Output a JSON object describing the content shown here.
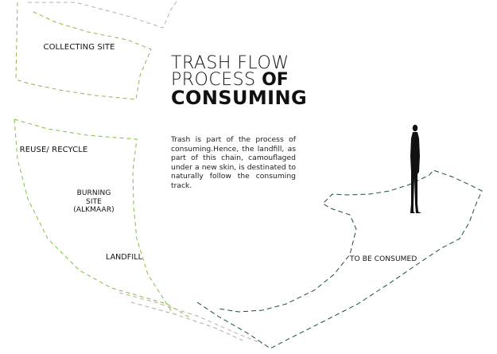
{
  "title": {
    "line1": "TRASH FLOW",
    "line2_light": "PROCESS ",
    "line2_bold": "OF",
    "line3": "CONSUMING"
  },
  "description": "Trash is part of the process of consuming.Hence, the landfill, as part of this chain, camouflaged under a new skin, is destinated to naturally follow the consuming track.",
  "labels": {
    "collecting": "COLLECTING SITE",
    "reuse": "REUSE/ RECYCLE",
    "burning": "BURNING SITE (ALKMAAR)",
    "landfill": "LANDFILL",
    "consumed": "TO BE CONSUMED"
  },
  "colors": {
    "green": "#7fbf3f",
    "olive": "#a7a84a",
    "teal": "#1d4a4a",
    "gray": "#aaaaaa",
    "pink": "#c9a3a6",
    "ink": "#111111"
  }
}
